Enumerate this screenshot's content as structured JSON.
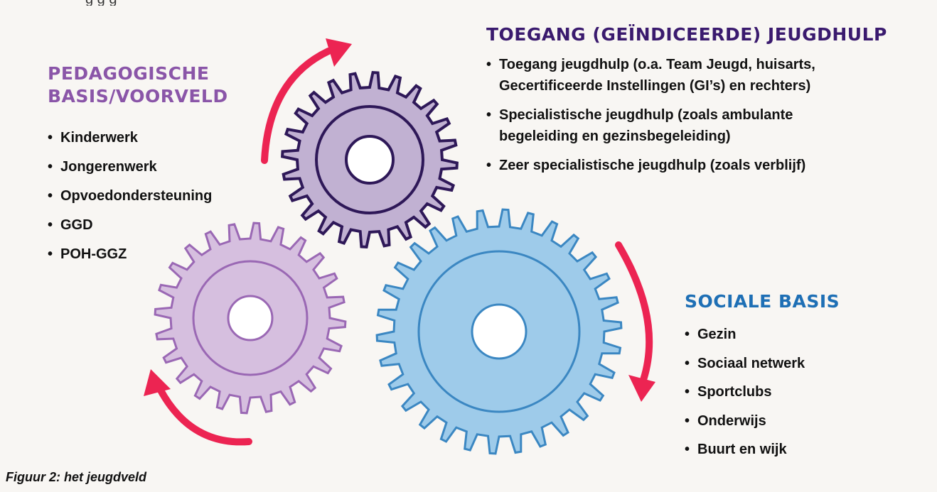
{
  "colors": {
    "background": "#f8f6f3",
    "arrow": "#ec2452",
    "purple_heading": "#8a55a8",
    "dark_heading": "#3a1a6e",
    "blue_heading": "#1e6fb5",
    "gear_small_fill": "#c1b1d2",
    "gear_small_stroke": "#2e1858",
    "gear_left_fill": "#d6bfdf",
    "gear_left_stroke": "#9a68b4",
    "gear_right_fill": "#9ecbea",
    "gear_right_stroke": "#3b87c2"
  },
  "top_clipped_text": "g                              g                  g",
  "pedagogische": {
    "heading_line1": "PEDAGOGISCHE",
    "heading_line2": "BASIS/VOORVELD",
    "items": [
      "Kinderwerk",
      "Jongerenwerk",
      "Opvoedondersteuning",
      "GGD",
      "POH-GGZ"
    ]
  },
  "toegang": {
    "heading": "TOEGANG (GEÏNDICEERDE) JEUGDHULP",
    "items": [
      {
        "line1": "Toegang jeugdhulp (o.a. Team Jeugd, huisarts,",
        "line2": "Gecertificeerde Instellingen (GI’s) en rechters)"
      },
      {
        "line1": "Specialistische jeugdhulp (zoals ambulante",
        "line2": "begeleiding en gezinsbegeleiding)"
      },
      {
        "line1": "Zeer specialistische jeugdhulp (zoals verblijf)",
        "line2": ""
      }
    ]
  },
  "sociale": {
    "heading": "SOCIALE BASIS",
    "items": [
      "Gezin",
      "Sociaal netwerk",
      "Sportclubs",
      "Onderwijs",
      "Buurt en wijk"
    ]
  },
  "caption": "Figuur 2: het jeugdveld"
}
